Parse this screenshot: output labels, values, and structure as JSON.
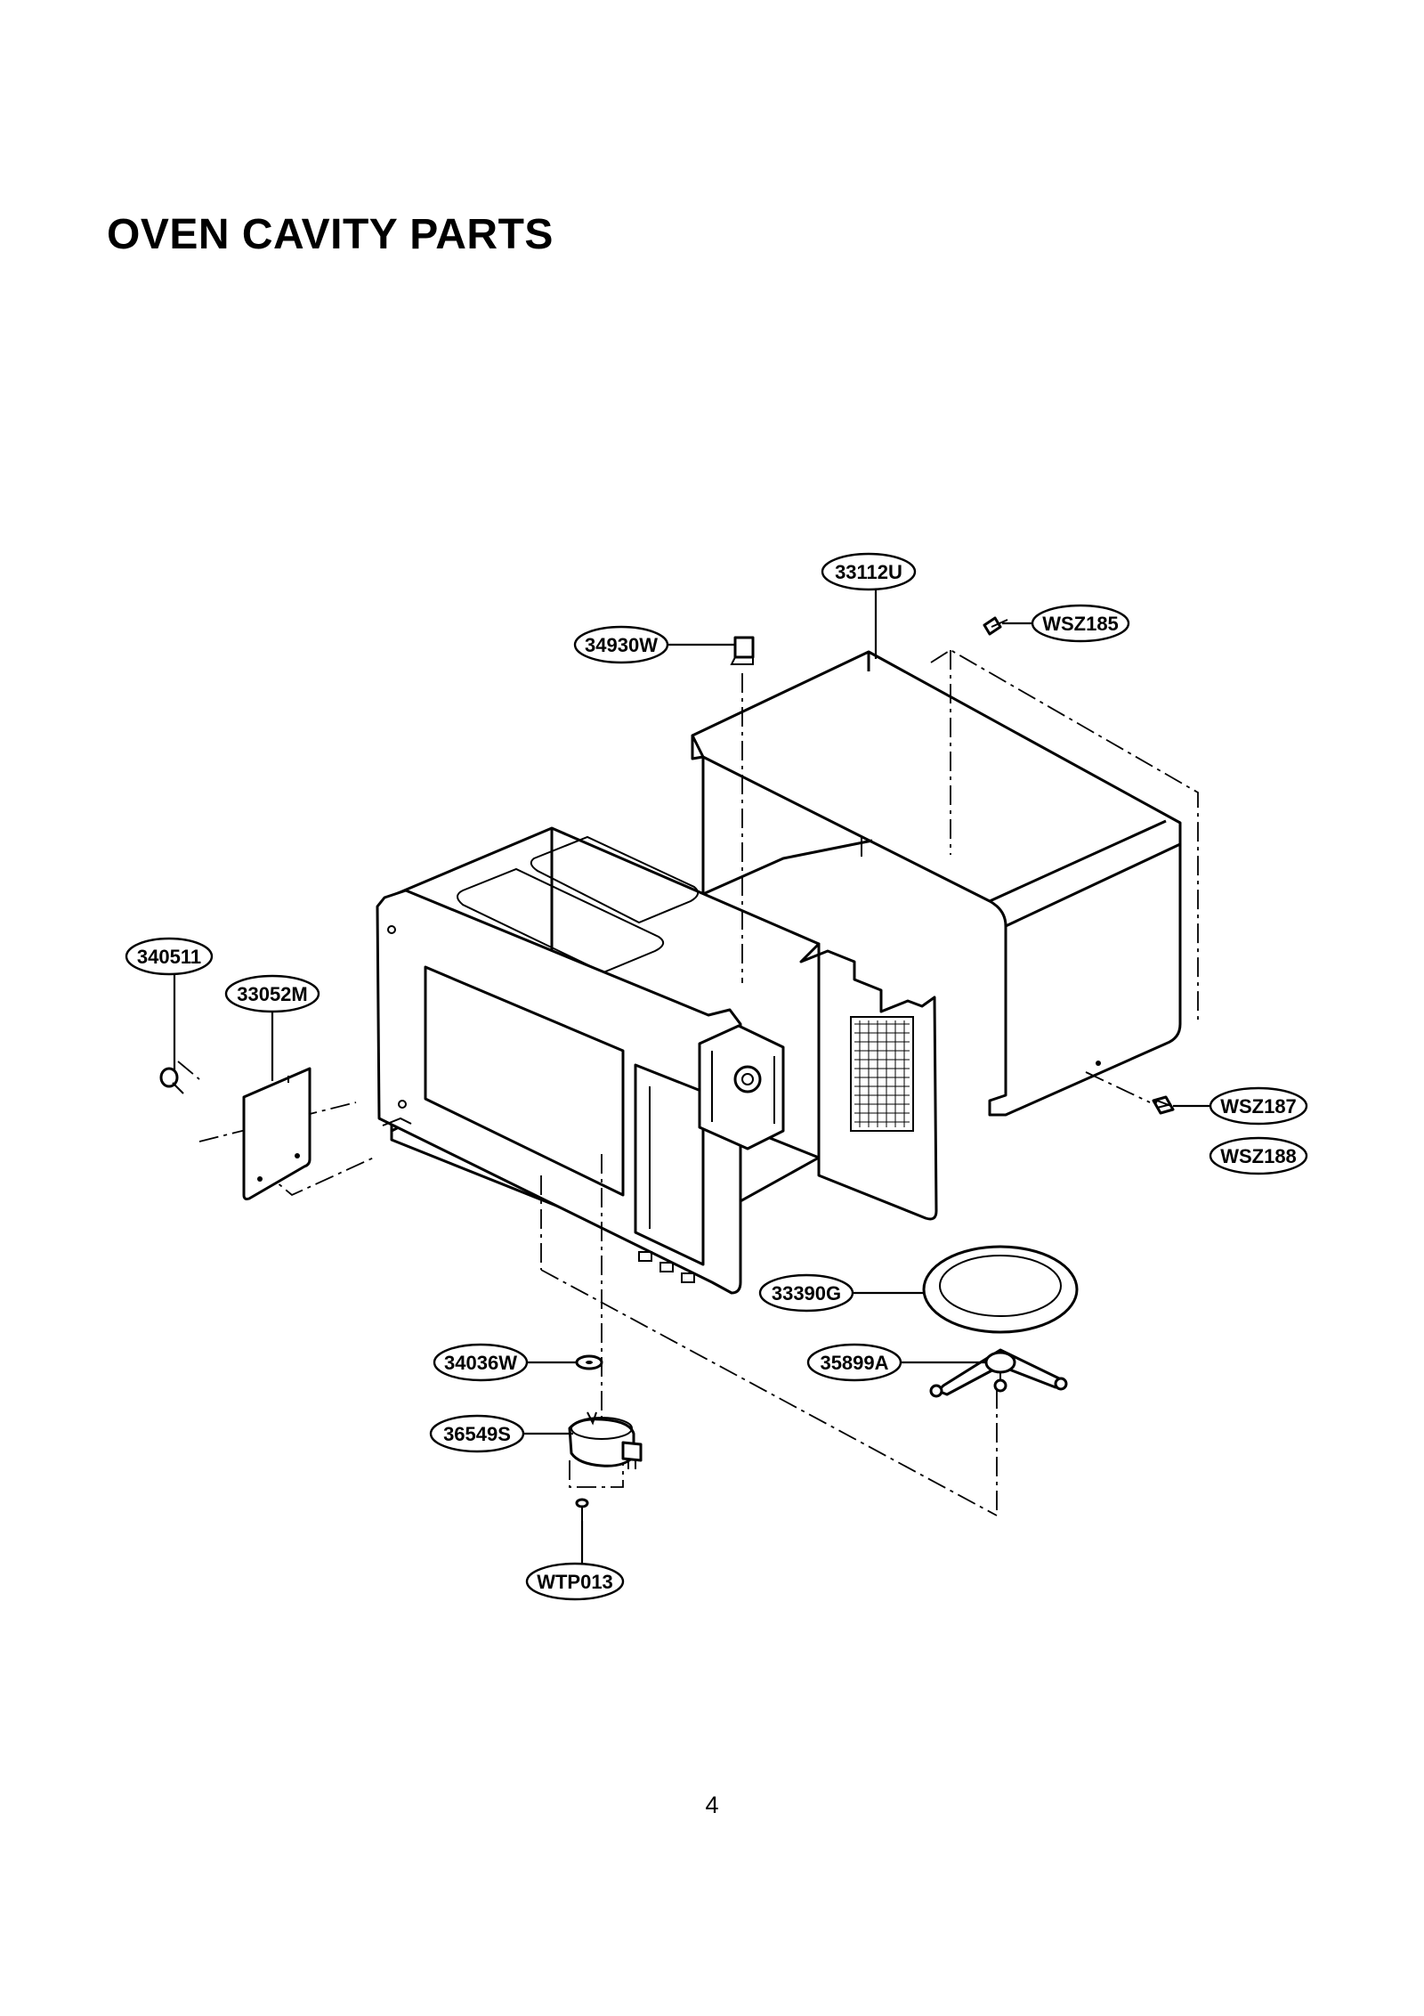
{
  "title": "OVEN CAVITY PARTS",
  "page_number": "4",
  "parts": {
    "p33112U": "33112U",
    "p34930W": "34930W",
    "pWSZ185": "WSZ185",
    "p340511": "340511",
    "p33052M": "33052M",
    "pWSZ187": "WSZ187",
    "pWSZ188": "WSZ188",
    "p33390G": "33390G",
    "p35899A": "35899A",
    "p34036W": "34036W",
    "p36549S": "36549S",
    "pWTP013": "WTP013"
  }
}
